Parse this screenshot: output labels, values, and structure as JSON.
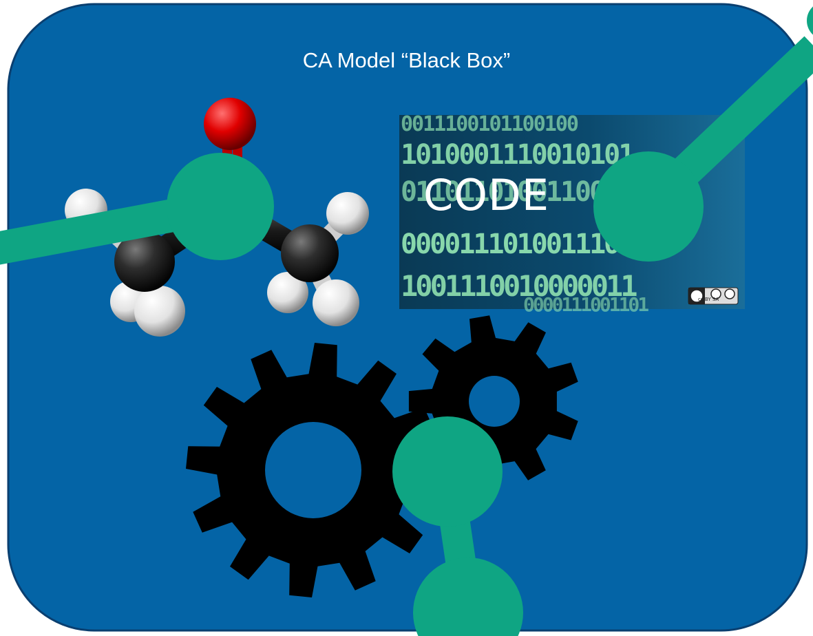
{
  "title": "CA Model “Black Box”",
  "code_image": {
    "word": "CODE",
    "binary_rows": [
      "0011100101100100",
      "1010001110010101",
      "0110110100110011",
      "0000111010011101",
      "1001110010000011",
      "0000111001101"
    ],
    "license_badge": "cc BY SA"
  },
  "icons": [
    "molecule-icon",
    "code-image",
    "gears-icon",
    "connector-node-icon"
  ],
  "colors": {
    "panel": "#0464A6",
    "panel_border": "#0A3F70",
    "node": "#0FA583",
    "oxygen": "#E00000",
    "gear": "#000000",
    "code_text": "#8FE0B0"
  }
}
